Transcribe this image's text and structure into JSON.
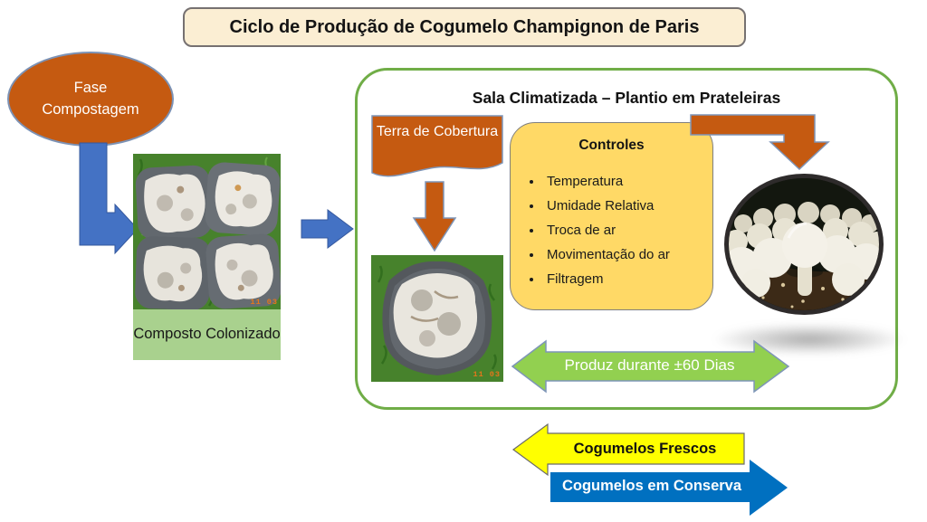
{
  "title": "Ciclo de Produção de Cogumelo Champignon de Paris",
  "stages": {
    "compost_phase": "Fase Compostagem",
    "colonized_compost": "Composto Colonizado"
  },
  "room": {
    "title": "Sala Climatizada – Plantio em Prateleiras",
    "casing_label": "Terra de Cobertura",
    "controls": {
      "title": "Controles",
      "items": [
        "Temperatura",
        "Umidade Relativa",
        "Troca de ar",
        "Movimentação do ar",
        "Filtragem"
      ]
    },
    "production_arrow": "Produz durante ±60 Dias"
  },
  "outputs": {
    "fresh": "Cogumelos Frescos",
    "preserved": "Cogumelos em Conserva"
  },
  "photos": {
    "compost_blocks_timestamp": "11 03",
    "casing_block_timestamp": "11 03"
  },
  "colors": {
    "orange": "#C55A11",
    "blue_arrow": "#4472C4",
    "container_border": "#70AD47",
    "controls_fill": "#FFD966",
    "label_green": "#A9D18E",
    "produce_green": "#92D050",
    "fresh_yellow": "#FFFF00",
    "preserve_blue": "#0070C0",
    "title_bg": "#FBEED3"
  }
}
